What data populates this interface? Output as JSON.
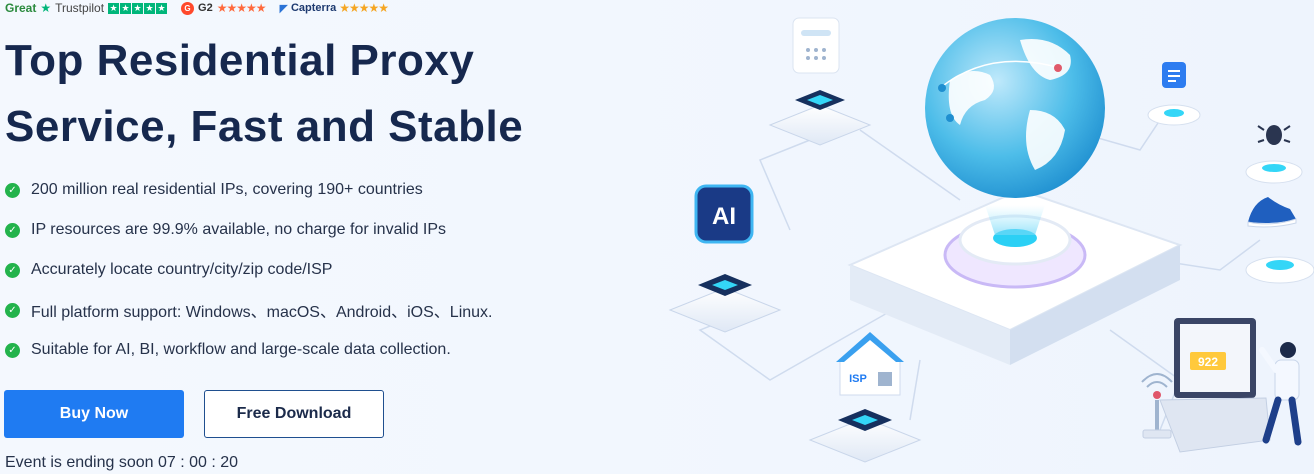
{
  "ratings": {
    "trustpilot": {
      "rating_word": "Great",
      "name": "Trustpilot",
      "stars": 5
    },
    "g2": {
      "name": "G2",
      "stars": 4.5
    },
    "capterra": {
      "name": "Capterra",
      "stars": 4.5
    }
  },
  "hero": {
    "title_line1": "Top Residential Proxy",
    "title_line2": "Service, Fast and Stable"
  },
  "features": [
    "200 million real residential IPs, covering 190+ countries",
    "IP resources are 99.9% available, no charge for invalid IPs",
    "Accurately locate country/city/zip code/ISP",
    "Full platform support: Windows、macOS、Android、iOS、Linux.",
    "Suitable for AI, BI, workflow and large-scale data collection."
  ],
  "buttons": {
    "buy": "Buy Now",
    "download": "Free Download"
  },
  "event": {
    "label": "Event is ending soon",
    "countdown": "07 : 00 : 20"
  },
  "illustration": {
    "ai_badge": "AI",
    "isp_label": "ISP",
    "laptop_screen_text": "922",
    "colors": {
      "primary": "#1f7bf2",
      "accent_cyan": "#28c6ee",
      "dark_navy": "#16284e"
    }
  }
}
